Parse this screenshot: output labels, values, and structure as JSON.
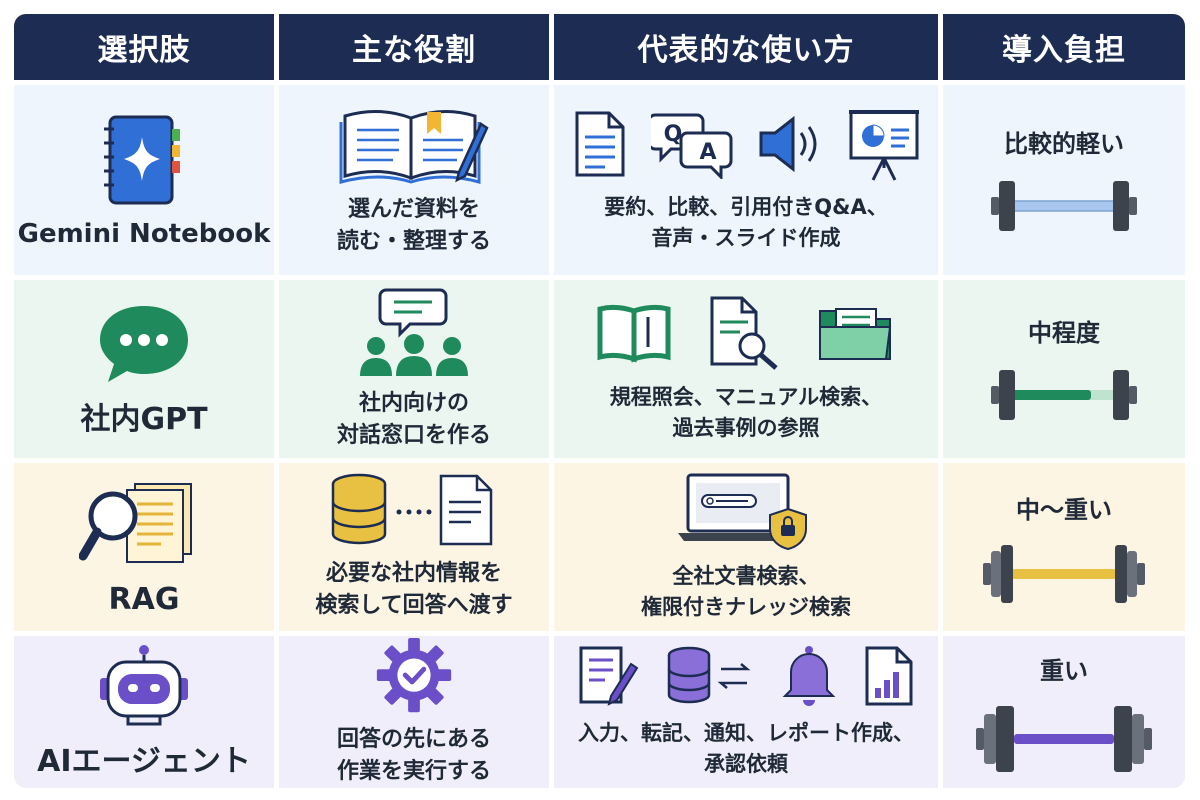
{
  "header": {
    "col_option": "選択肢",
    "col_role": "主な役割",
    "col_usage": "代表的な使い方",
    "col_burden": "導入負担"
  },
  "rows": [
    {
      "option": "Gemini Notebook",
      "option_icon": "notebook-sparkle-icon",
      "role": "選んだ資料を\n読む・整理する",
      "role_icon": "open-book-pen-icon",
      "usage": "要約、比較、引用付きQ&A、\n音声・スライド作成",
      "usage_icons": [
        "document-icon",
        "qa-bubble-icon",
        "speaker-icon",
        "presentation-icon"
      ],
      "burden": "比較的軽い",
      "burden_level": 0.2,
      "accent": "#2f6fd6",
      "bar_color": "#a9c6ef"
    },
    {
      "option": "社内GPT",
      "option_icon": "chat-bubble-icon",
      "role": "社内向けの\n対話窓口を作る",
      "role_icon": "team-chat-icon",
      "usage": "規程照会、マニュアル検索、\n過去事例の参照",
      "usage_icons": [
        "manual-book-icon",
        "document-search-icon",
        "folder-icon"
      ],
      "burden": "中程度",
      "burden_level": 0.5,
      "accent": "#1f8a5b",
      "bar_color": "#1f8a5b"
    },
    {
      "option": "RAG",
      "option_icon": "magnifier-documents-icon",
      "role": "必要な社内情報を\n検索して回答へ渡す",
      "role_icon": "database-to-document-icon",
      "usage": "全社文書検索、\n権限付きナレッジ検索",
      "usage_icons": [
        "laptop-search-lock-icon"
      ],
      "burden": "中〜重い",
      "burden_level": 0.75,
      "accent": "#e3b53a",
      "bar_color": "#e8c142"
    },
    {
      "option": "AIエージェント",
      "option_icon": "robot-icon",
      "role": "回答の先にある\n作業を実行する",
      "role_icon": "gear-check-icon",
      "usage": "入力、転記、通知、レポート作成、\n承認依頼",
      "usage_icons": [
        "form-pen-icon",
        "database-sync-icon",
        "bell-icon",
        "report-chart-icon"
      ],
      "burden": "重い",
      "burden_level": 1.0,
      "accent": "#6b4fc9",
      "bar_color": "#6b4fc9"
    }
  ]
}
